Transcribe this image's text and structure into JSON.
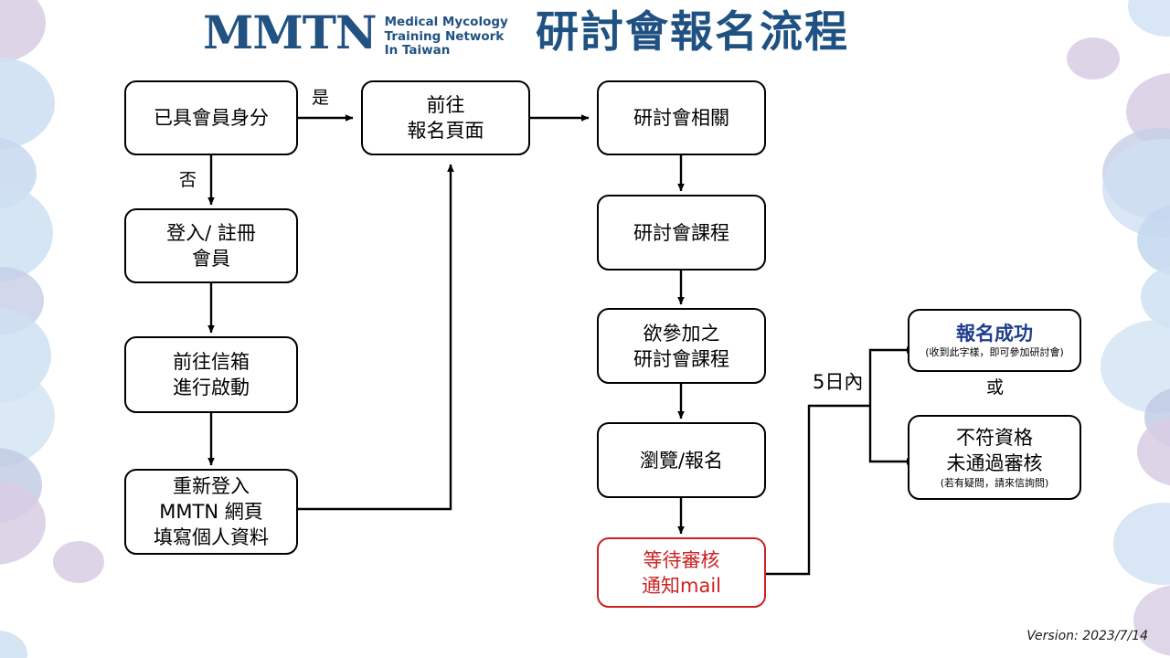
{
  "header": {
    "logo_mark": "MMTN",
    "logo_sub_lines": [
      "Medical Mycology",
      "Training Network",
      "In Taiwan"
    ],
    "title": "研討會報名流程",
    "brand_color": "#1F5182"
  },
  "nodes": [
    {
      "id": "member-status",
      "lines": [
        "已具會員身分"
      ],
      "style": "black"
    },
    {
      "id": "login-register",
      "lines": [
        "登入/ 註冊",
        "會員"
      ],
      "style": "black"
    },
    {
      "id": "goto-mailbox",
      "lines": [
        "前往信箱",
        "進行啟動"
      ],
      "style": "black"
    },
    {
      "id": "relogin-mmtn",
      "lines": [
        "重新登入",
        "MMTN 網頁",
        "填寫個人資料"
      ],
      "style": "black"
    },
    {
      "id": "goto-signup",
      "lines": [
        "前往",
        "報名頁面"
      ],
      "style": "black"
    },
    {
      "id": "seminar-info",
      "lines": [
        "研討會相關"
      ],
      "style": "black"
    },
    {
      "id": "seminar-course",
      "lines": [
        "研討會課程"
      ],
      "style": "black"
    },
    {
      "id": "desired-course",
      "lines": [
        "欲參加之",
        "研討會課程"
      ],
      "style": "black"
    },
    {
      "id": "browse-signup",
      "lines": [
        "瀏覽/報名"
      ],
      "style": "black"
    },
    {
      "id": "await-review",
      "lines": [
        "等待審核",
        "通知mail"
      ],
      "style": "red"
    }
  ],
  "outcomes": {
    "success": {
      "title": "報名成功",
      "note": "(收到此字樣，即可參加研討會)",
      "title_color": "#1F3E8C"
    },
    "or_label": "或",
    "rejected": {
      "lines": [
        "不符資格",
        "未通過審核"
      ],
      "note": "(若有疑問，請來信詢問)"
    }
  },
  "edge_labels": {
    "yes": "是",
    "no": "否",
    "within_five_days": "5日內"
  },
  "footer": {
    "version": "Version: 2023/7/14"
  },
  "palette": {
    "line": "#000000",
    "red": "#CC2222",
    "blob_purple": "#D8CCE4",
    "blob_blue": "#CFE0F2"
  }
}
